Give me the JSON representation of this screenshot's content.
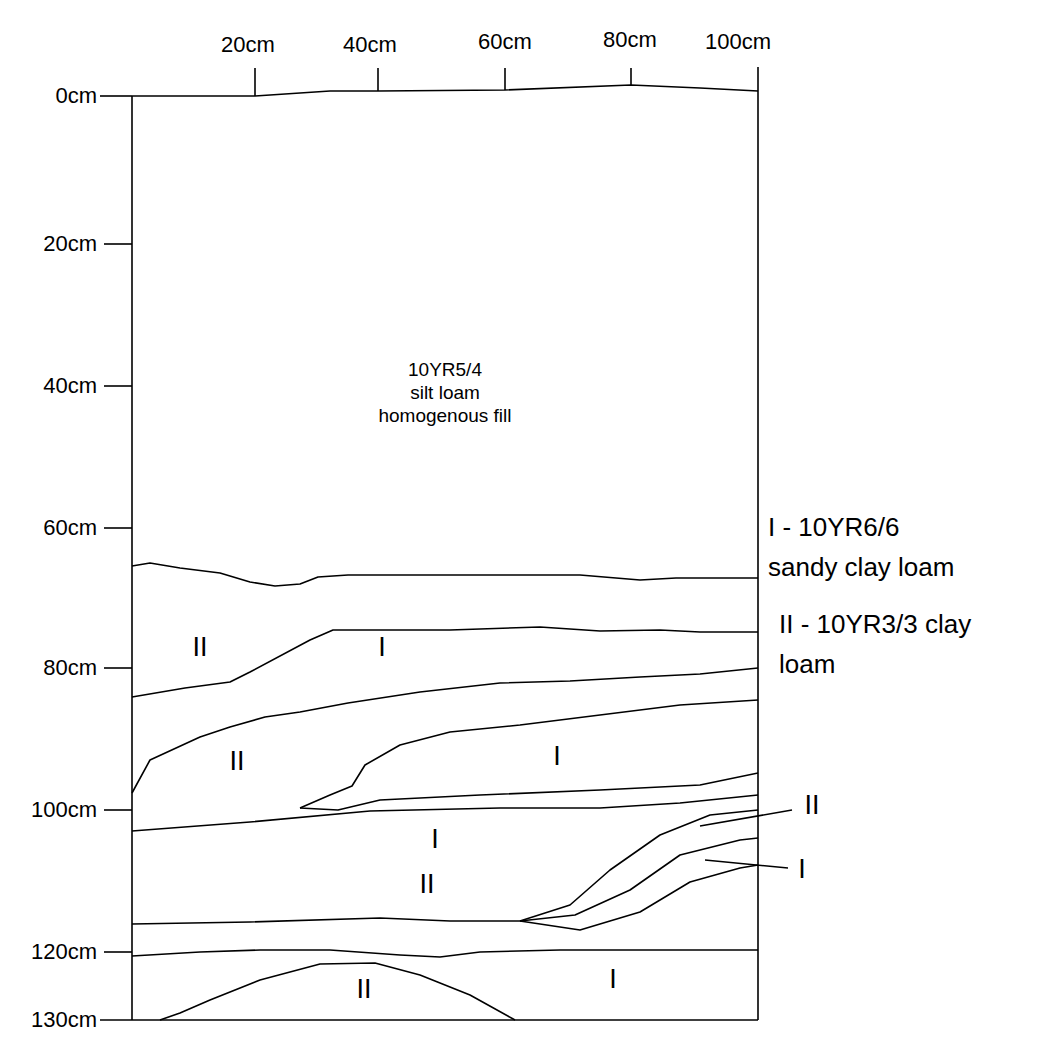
{
  "diagram": {
    "labels": [
      "20cm",
      "40cm",
      "60cm",
      "80cm",
      "100cm",
      "0cm",
      "20cm",
      "40cm",
      "60cm",
      "80cm",
      "100cm",
      "120cm",
      "130cm",
      "10YR5/4",
      "silt loam",
      "homogenous fill",
      "I - 10YR6/6 sandy clay loam",
      "II - 10YR3/3 clay loam",
      "II",
      "I",
      "I",
      "II",
      "I",
      "II",
      "II",
      "I",
      "II",
      "I"
    ]
  }
}
